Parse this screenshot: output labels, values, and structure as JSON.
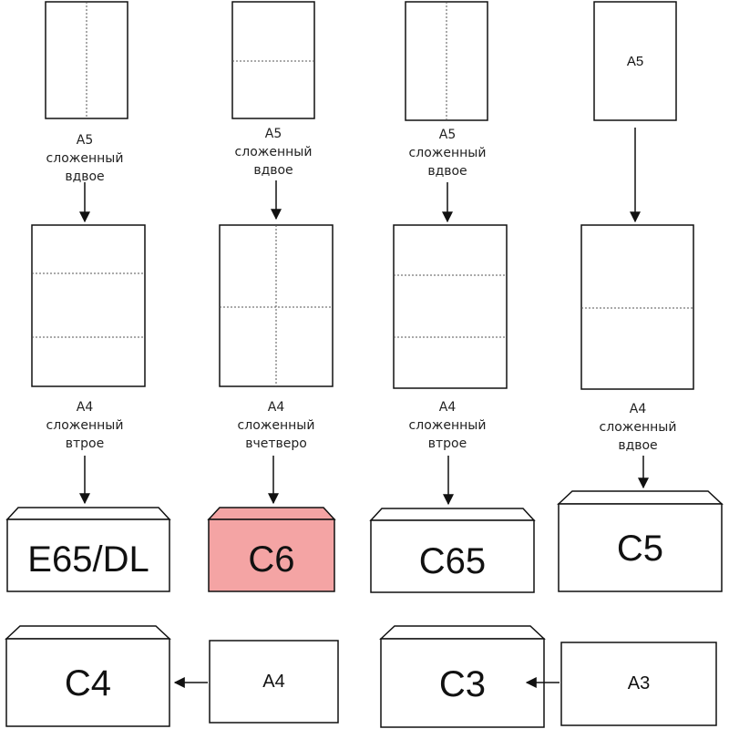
{
  "colors": {
    "accent": "#f4a4a4",
    "stroke": "#111111"
  },
  "columns": [
    {
      "top_sheet": {
        "label": ""
      },
      "middle_caption": [
        "A5",
        "сложенный",
        "вдвое"
      ],
      "sheet_caption": [
        "A4",
        "сложенный",
        "втрое"
      ],
      "envelope": "E65/DL"
    },
    {
      "top_sheet": {
        "label": ""
      },
      "middle_caption": [
        "A5",
        "сложенный",
        "вдвое"
      ],
      "sheet_caption": [
        "A4",
        "сложенный",
        "вчетверо"
      ],
      "envelope": "C6"
    },
    {
      "top_sheet": {
        "label": ""
      },
      "middle_caption": [
        "A5",
        "сложенный",
        "вдвое"
      ],
      "sheet_caption": [
        "A4",
        "сложенный",
        "втрое"
      ],
      "envelope": "C65"
    },
    {
      "top_sheet": {
        "label": "A5"
      },
      "middle_caption": [],
      "sheet_caption": [
        "A4",
        "сложенный",
        "вдвое"
      ],
      "envelope": "C5"
    }
  ],
  "bottom_left": {
    "envelope": "C4",
    "sheet": "A4"
  },
  "bottom_right": {
    "envelope": "C3",
    "sheet": "A3"
  }
}
